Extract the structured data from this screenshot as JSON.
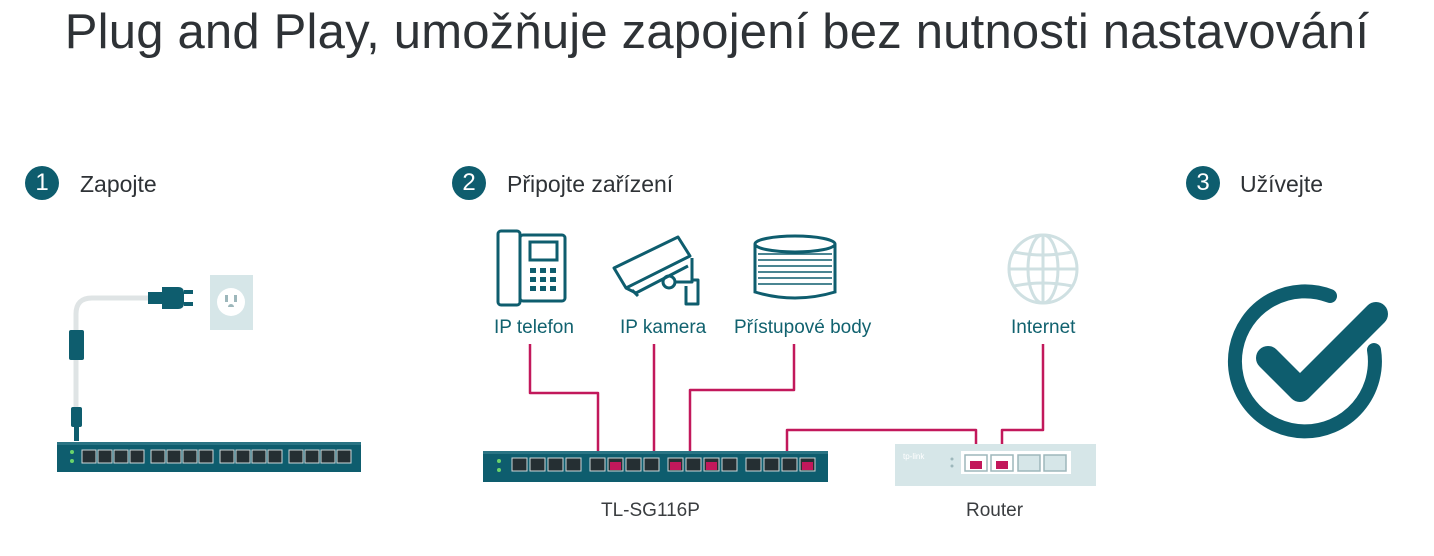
{
  "title": "Plug and Play, umožňuje zapojení bez nutnosti nastavování",
  "steps": [
    {
      "number": "1",
      "label": "Zapojte"
    },
    {
      "number": "2",
      "label": "Připojte zařízení"
    },
    {
      "number": "3",
      "label": "Užívejte"
    }
  ],
  "devices": {
    "ip_phone": "IP telefon",
    "ip_camera": "IP kamera",
    "access_points": "Přístupové body",
    "internet": "Internet"
  },
  "switch_model": "TL-SG116P",
  "router_label": "Router",
  "router_brand": "tp-link",
  "colors": {
    "teal": "#0e5d6e",
    "cable_magenta": "#c2185b",
    "light_teal": "#cfe0e2",
    "socket_bg": "#d6e6e8"
  }
}
